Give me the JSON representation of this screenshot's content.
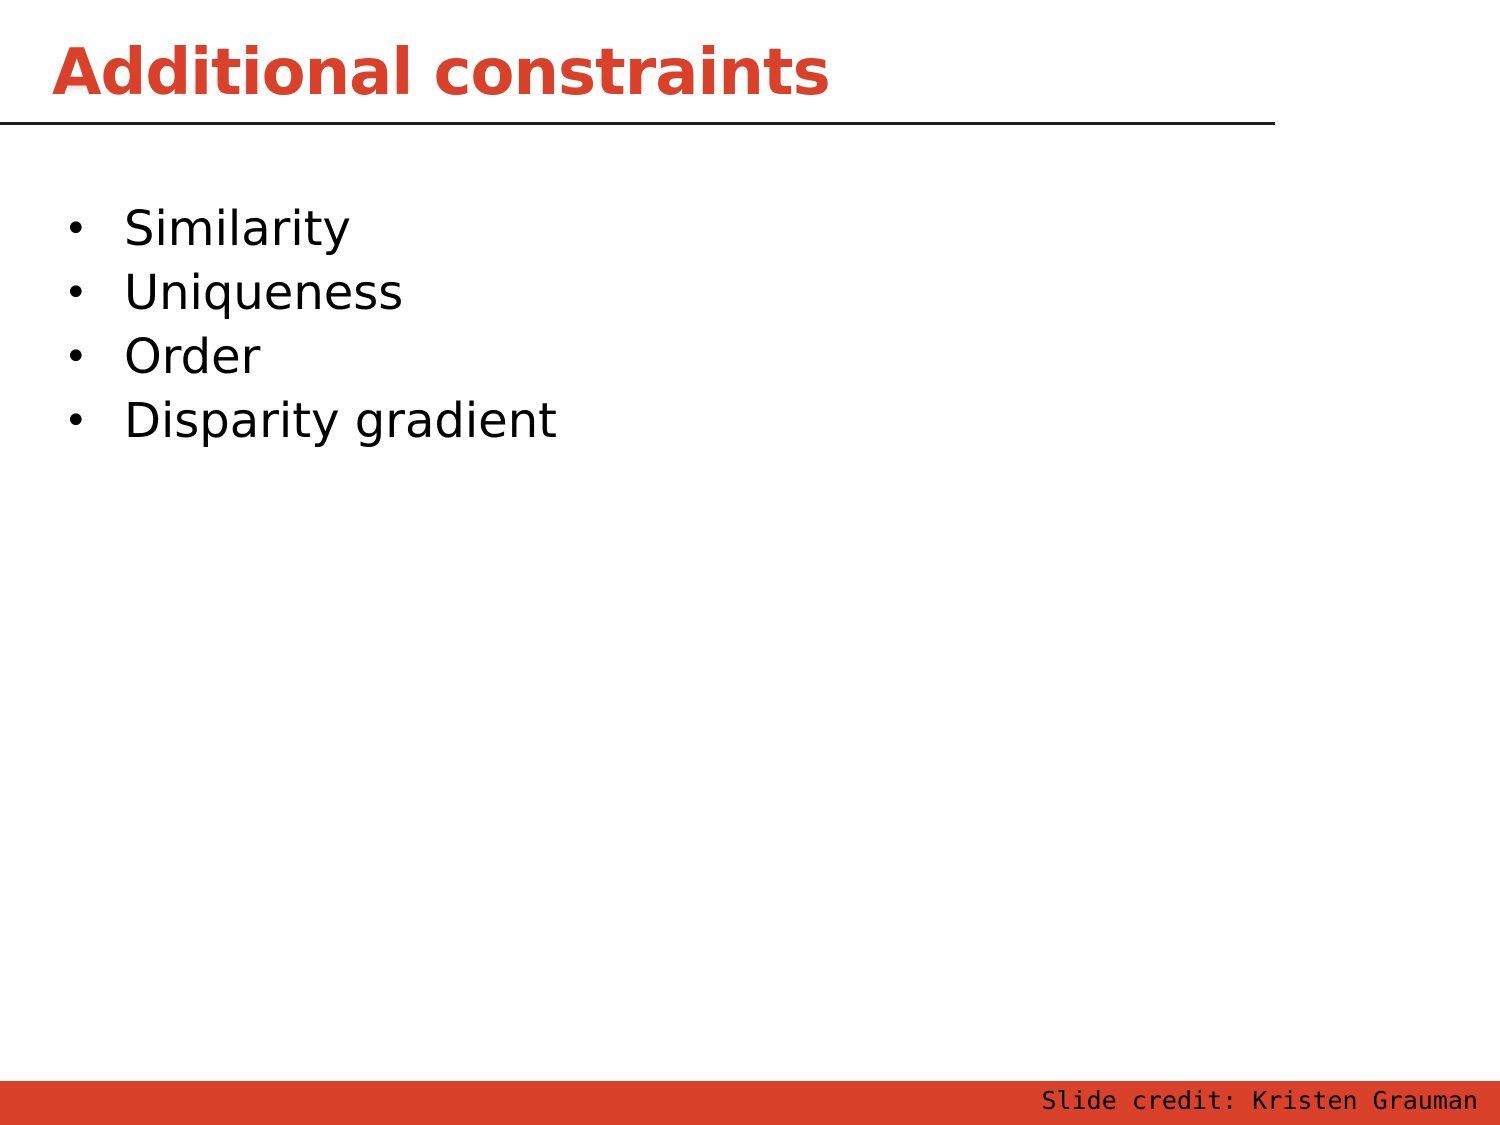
{
  "slide": {
    "title": "Additional constraints",
    "bullets": [
      "Similarity",
      "Uniqueness",
      "Order",
      "Disparity gradient"
    ],
    "bullet_glyph": "•",
    "footer_credit": "Slide credit: Kristen Grauman"
  },
  "colors": {
    "title": "#d9412a",
    "footer_bar": "#d9412a",
    "rule": "#1f1f1f",
    "body_text": "#000000",
    "background": "#ffffff"
  }
}
